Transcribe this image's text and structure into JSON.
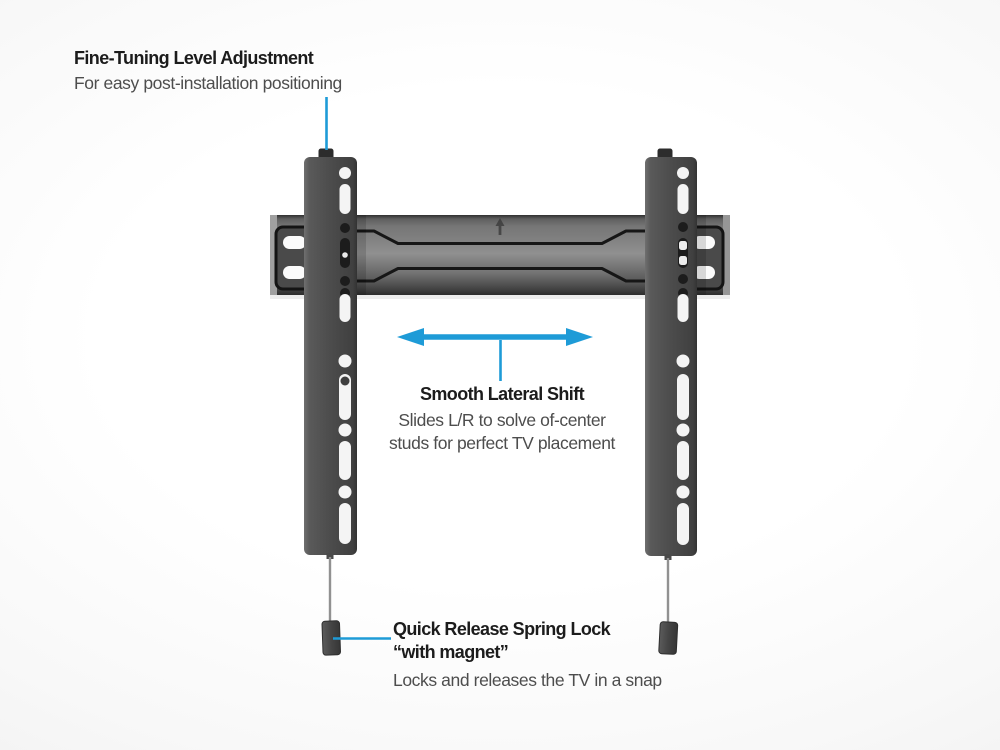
{
  "callouts": {
    "level_adjustment": {
      "title": "Fine-Tuning Level Adjustment",
      "description": "For easy post-installation positioning"
    },
    "lateral_shift": {
      "title": "Smooth Lateral Shift",
      "description_line1": "Slides L/R to solve of-center",
      "description_line2": "studs for perfect TV placement"
    },
    "spring_lock": {
      "title_line1": "Quick Release Spring Lock",
      "title_line2": "“with magnet”",
      "description": "Locks and releases the TV in a snap"
    }
  },
  "icons": {
    "lateral_shift_arrow": "double-headed-horizontal-arrow",
    "plate_center_marker": "up-arrow-marker"
  },
  "colors": {
    "accent_blue": "#1e9bd7",
    "title_text": "#1c1c1c",
    "body_text": "#4d4d4d"
  }
}
